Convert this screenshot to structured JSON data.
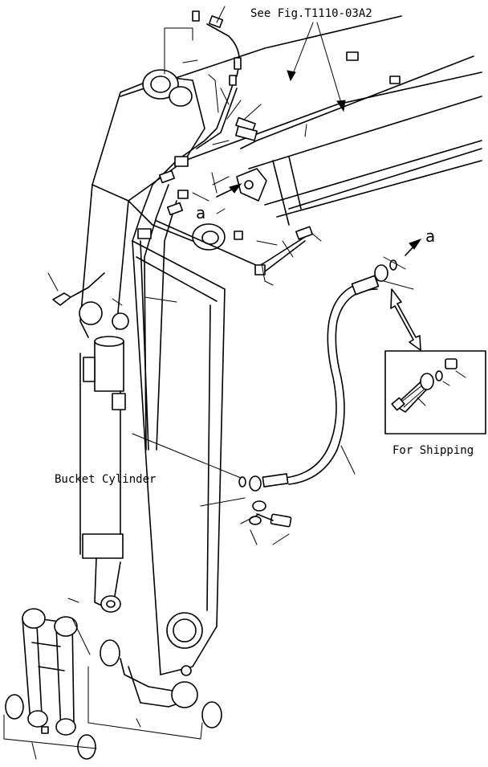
{
  "labels": {
    "see_fig": "See Fig.T1110-03A2",
    "for_shipping": "For Shipping",
    "bucket_cylinder": "Bucket Cylinder",
    "ref_a_upper": "a",
    "ref_a_lower": "a"
  }
}
